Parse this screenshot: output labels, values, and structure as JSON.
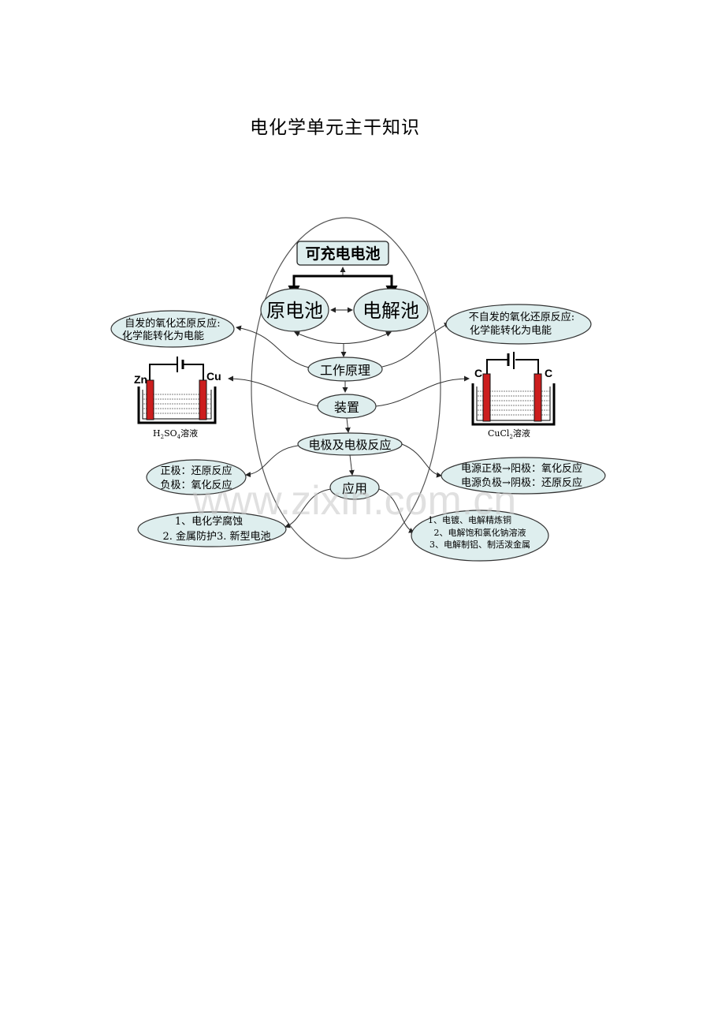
{
  "title": "电化学单元主干知识",
  "top_box": "可充电电池",
  "primary_cell": "原电池",
  "electrolytic_cell": "电解池",
  "working_principle": "工作原理",
  "device": "装置",
  "electrodes": "电极及电极反应",
  "application": "应用",
  "left": {
    "principle_line1": "自发的氧化还原反应:",
    "principle_line2": "化学能转化为电能",
    "electrode_line1": "正极：还原反应",
    "electrode_line2": "负极：氧化反应",
    "application_line1": "1、电化学腐蚀",
    "application_line2": "2. 金属防护3. 新型电池",
    "cell_left_label": "Zn",
    "cell_right_label": "Cu",
    "solution_main": "H",
    "solution_sub1": "2",
    "solution_mid": "SO",
    "solution_sub2": "4",
    "solution_suffix": "溶液"
  },
  "right": {
    "principle_line1": "不自发的氧化还原反应:",
    "principle_line2": "化学能转化为电能",
    "electrode_line1": "电源正极→阳极：氧化反应",
    "electrode_line2": "电源负极→阴极：还原反应",
    "application_line1": "1、电镀、电解精炼铜",
    "application_line2": "2、电解饱和氯化钠溶液",
    "application_line3": "3、电解制铝、制活泼金属",
    "cell_left_label": "C",
    "cell_right_label": "C",
    "solution_main": "CuCl",
    "solution_sub": "2",
    "solution_suffix": "溶液"
  },
  "watermark": "www.zixin.com.cn",
  "colors": {
    "bubble_fill": "#deeeee",
    "electrode_red": "#cc1e1e",
    "outline": "#222222"
  }
}
